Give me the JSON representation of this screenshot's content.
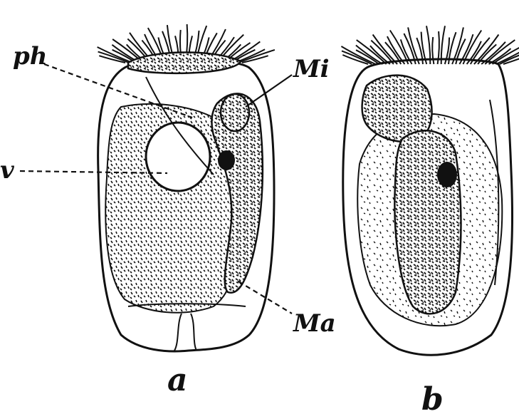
{
  "figure": {
    "labels": {
      "ph": "ph",
      "v": "v",
      "mi": "Mi",
      "ma": "Ma",
      "panel_a": "a",
      "panel_b": "b"
    }
  }
}
